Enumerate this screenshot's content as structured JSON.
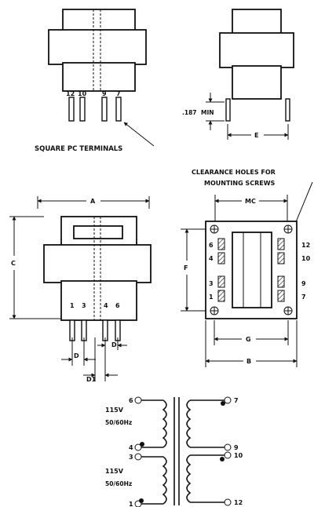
{
  "top_views": {
    "front_pins": [
      "12",
      "10",
      "9",
      "7"
    ],
    "min_dim": ".187",
    "min_label": "MIN",
    "e_label": "E",
    "terminal_note": "SQUARE PC TERMINALS"
  },
  "front_view": {
    "a_label": "A",
    "c_label": "C",
    "pins": [
      "1",
      "3",
      "4",
      "6"
    ],
    "d_label": "D",
    "d_label_right": "D",
    "d1_label": "D1"
  },
  "bottom_view": {
    "clearance_note_line1": "CLEARANCE HOLES FOR",
    "clearance_note_line2": "MOUNTING SCREWS",
    "mc_label": "MC",
    "f_label": "F",
    "g_label": "G",
    "b_label": "B",
    "left_pins_top": [
      "6",
      "4"
    ],
    "left_pins_bottom": [
      "3",
      "1"
    ],
    "right_pins_top": [
      "12",
      "10"
    ],
    "right_pins_bottom": [
      "9",
      "7"
    ]
  },
  "schematic": {
    "primary_voltage_1": "115V",
    "primary_freq_1": "50/60Hz",
    "primary_voltage_2": "115V",
    "primary_freq_2": "50/60Hz",
    "pin_6": "6",
    "pin_4": "4",
    "pin_3": "3",
    "pin_1": "1",
    "pin_7": "7",
    "pin_9": "9",
    "pin_10": "10",
    "pin_12": "12"
  }
}
